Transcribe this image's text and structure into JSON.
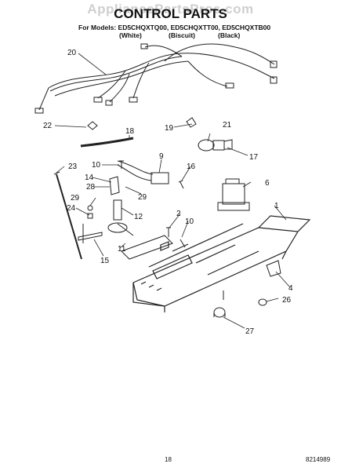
{
  "watermark": "AppliancePartsPros.com",
  "title": "CONTROL PARTS",
  "models_line": "For Models: ED5CHQXTQ00, ED5CHQXTT00, ED5CHQXTB00",
  "colors": [
    "(White)",
    "(Biscuit)",
    "(Black)"
  ],
  "callouts": [
    "1",
    "2",
    "4",
    "6",
    "9",
    "10",
    "10",
    "11",
    "12",
    "14",
    "15",
    "16",
    "17",
    "18",
    "19",
    "20",
    "21",
    "22",
    "23",
    "24",
    "26",
    "27",
    "28",
    "29",
    "29"
  ],
  "page_number": "18",
  "document_number": "8214989"
}
